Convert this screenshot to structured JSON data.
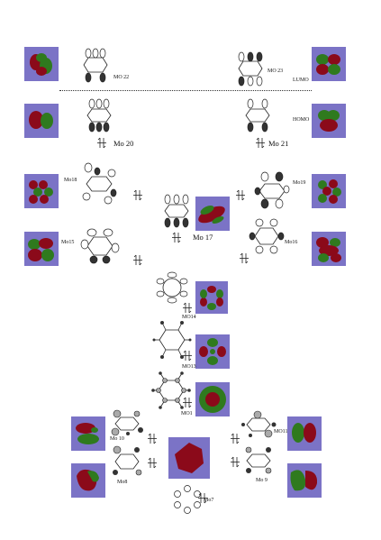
{
  "labels": {
    "mo22": "MO 22",
    "mo23": "MO 23",
    "lumo": "LUMO",
    "homo": "HOMO",
    "mo20": "Mo 20",
    "mo21": "Mo 21",
    "mo18": "Mo18",
    "mo19": "Mo19",
    "mo17": "Mo 17",
    "mo15": "Mo15",
    "mo16": "Mo16",
    "mo14": "MO14",
    "mo13": "MO13",
    "mo12": "MO1",
    "mo10": "Mo 10",
    "mo11": "MO11",
    "mo8": "Mo8",
    "mo9": "Mo 9",
    "mo7": "Mo7"
  },
  "colors": {
    "box_bg": "#7b73c6",
    "lobe_red": "#8b0a1a",
    "lobe_green": "#2f7a1e",
    "line": "#222222"
  }
}
